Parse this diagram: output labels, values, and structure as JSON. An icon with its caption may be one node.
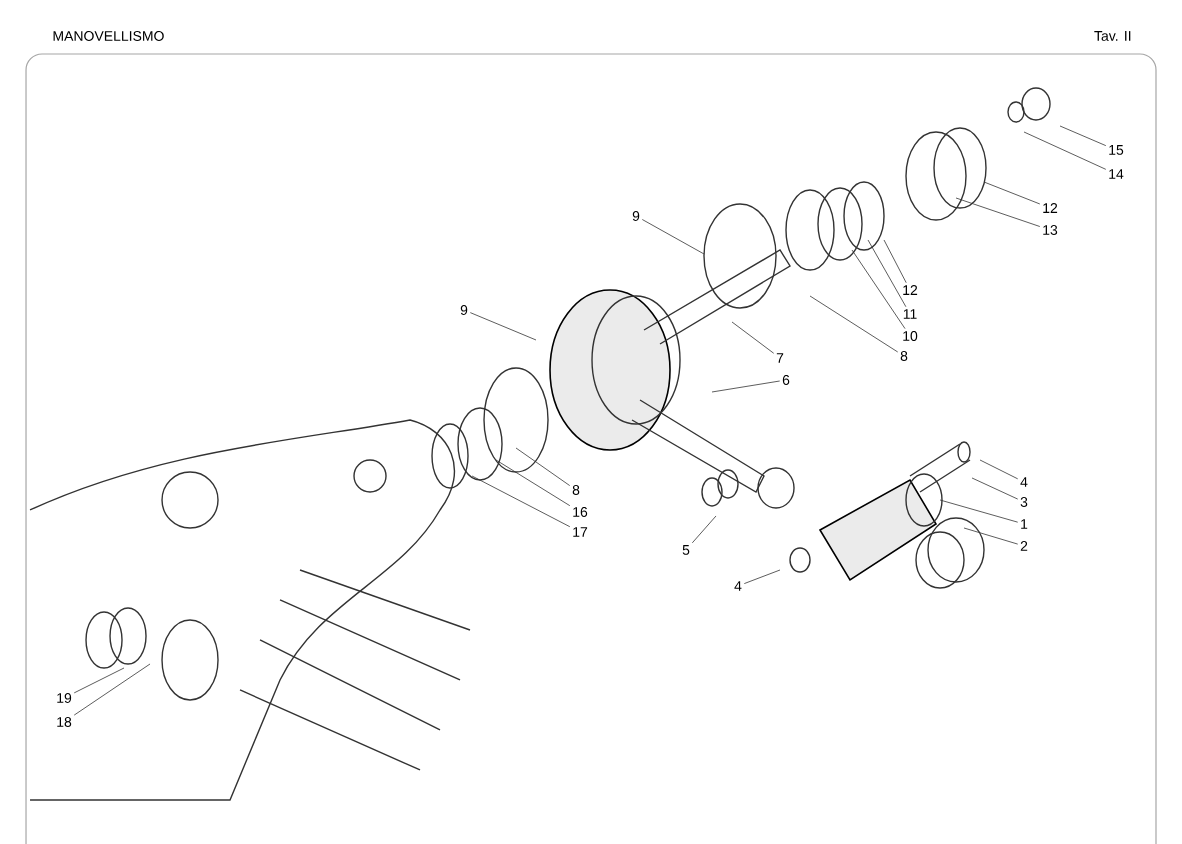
{
  "diagram": {
    "title": "MANOVELLISMO",
    "nodes": [
      {
        "text": [
          "15"
        ]
      },
      {
        "text": [
          "14"
        ]
      },
      {
        "text": [
          "12"
        ]
      },
      {
        "text": [
          "9"
        ]
      },
      {
        "text": [
          "13"
        ]
      },
      {
        "text": [
          "12"
        ]
      },
      {
        "text": [
          "9"
        ]
      },
      {
        "text": [
          "11"
        ]
      },
      {
        "text": [
          "10"
        ]
      },
      {
        "text": [
          "8"
        ]
      },
      {
        "text": [
          "7"
        ]
      },
      {
        "text": [
          "6"
        ]
      },
      {
        "text": [
          "4"
        ]
      },
      {
        "text": [
          "8"
        ]
      },
      {
        "text": [
          "3"
        ]
      },
      {
        "text": [
          "16"
        ]
      },
      {
        "text": [
          "1"
        ]
      },
      {
        "text": [
          "17"
        ]
      },
      {
        "text": [
          "2"
        ]
      },
      {
        "text": [
          "5"
        ]
      },
      {
        "text": [
          "4"
        ]
      },
      {
        "text": [
          "19"
        ]
      },
      {
        "text": [
          "18"
        ]
      }
    ],
    "edges": [
      {
        "from": 0,
        "to": null,
        "arrow": "none"
      },
      {
        "from": 1,
        "to": null,
        "arrow": "none"
      },
      {
        "from": 2,
        "to": null,
        "arrow": "none"
      },
      {
        "from": 3,
        "to": null,
        "arrow": "none"
      },
      {
        "from": 4,
        "to": null,
        "arrow": "none"
      },
      {
        "from": 5,
        "to": null,
        "arrow": "none"
      },
      {
        "from": 6,
        "to": null,
        "arrow": "none"
      },
      {
        "from": 7,
        "to": null,
        "arrow": "none"
      },
      {
        "from": 8,
        "to": null,
        "arrow": "none"
      },
      {
        "from": 9,
        "to": null,
        "arrow": "none"
      },
      {
        "from": 10,
        "to": null,
        "arrow": "none"
      },
      {
        "from": 11,
        "to": null,
        "arrow": "none"
      },
      {
        "from": 12,
        "to": null,
        "arrow": "none"
      },
      {
        "from": 13,
        "to": null,
        "arrow": "none"
      },
      {
        "from": 14,
        "to": null,
        "arrow": "none"
      },
      {
        "from": 15,
        "to": null,
        "arrow": "none"
      },
      {
        "from": 16,
        "to": null,
        "arrow": "none"
      },
      {
        "from": 17,
        "to": null,
        "arrow": "none"
      },
      {
        "from": 18,
        "to": null,
        "arrow": "none"
      },
      {
        "from": 19,
        "to": null,
        "arrow": "none"
      },
      {
        "from": 20,
        "to": null,
        "arrow": "none"
      },
      {
        "from": 21,
        "to": null,
        "arrow": "none"
      },
      {
        "from": 22,
        "to": null,
        "arrow": "none"
      }
    ],
    "labels": [
      "Tav. II"
    ]
  }
}
